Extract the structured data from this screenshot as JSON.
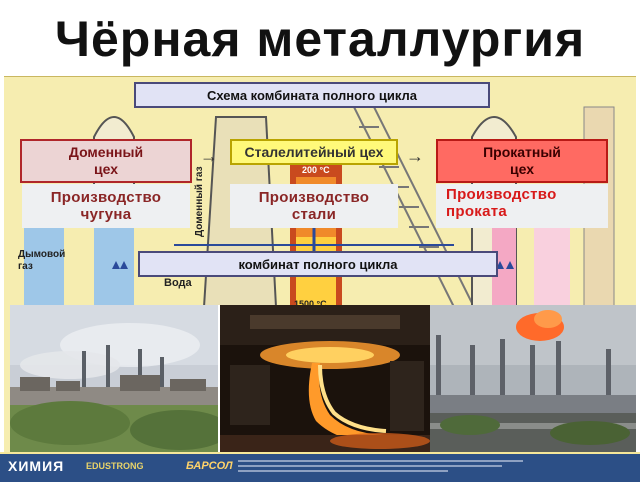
{
  "title": "Чёрная металлургия",
  "diagram": {
    "scheme_title": "Схема комбината полного цикла",
    "stages": [
      {
        "label": "Доменный\nцех",
        "color": "#b0262a"
      },
      {
        "label": "Сталелитейный цех",
        "color": "#fff97a"
      },
      {
        "label": "Прокатный\nцех",
        "color": "#ff6a62"
      }
    ],
    "products": [
      {
        "label": "Производство\nчугуна"
      },
      {
        "label": "Производство\nстали"
      },
      {
        "label": "Производство\nпроката"
      }
    ],
    "combine_label": "комбинат полного цикла",
    "background_labels": {
      "smoke_gas": "Дымовой\nгаз",
      "blast_gas": "Доменный газ",
      "water": "Вода",
      "temp_top": "200 °С",
      "temp_bottom": "1500 °С"
    }
  },
  "photos": [
    {
      "icon": "industrial-city-photo"
    },
    {
      "icon": "molten-steel-pouring-photo"
    },
    {
      "icon": "steel-plant-chimneys-photo"
    }
  ],
  "footer": {
    "logo_main": "ХИМИЯ",
    "logo_sub": "EDUSTRONG",
    "logo_partner": "БАРСОЛ"
  }
}
